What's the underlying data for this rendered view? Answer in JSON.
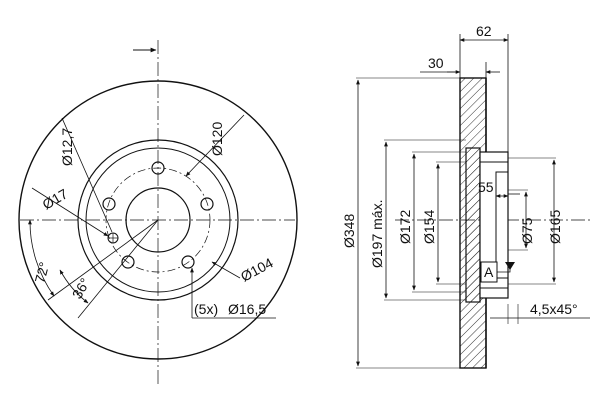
{
  "front_view": {
    "dia_12_7": "Ø12,7",
    "dia_120": "Ø120",
    "dia_17": "Ø17",
    "angle_72": "72°",
    "angle_36": "36°",
    "dia_104": "Ø104",
    "bolt_count": "(5x)",
    "dia_16_5": "Ø16,5"
  },
  "side_view": {
    "width_62": "62",
    "width_30": "30",
    "dia_348": "Ø348",
    "dia_197": "Ø197 máx.",
    "dia_172": "Ø172",
    "dia_154": "Ø154",
    "depth_55": "55",
    "dia_75": "Ø75",
    "dia_165": "Ø165",
    "datum_a": "A",
    "chamfer": "4,5x45°"
  }
}
